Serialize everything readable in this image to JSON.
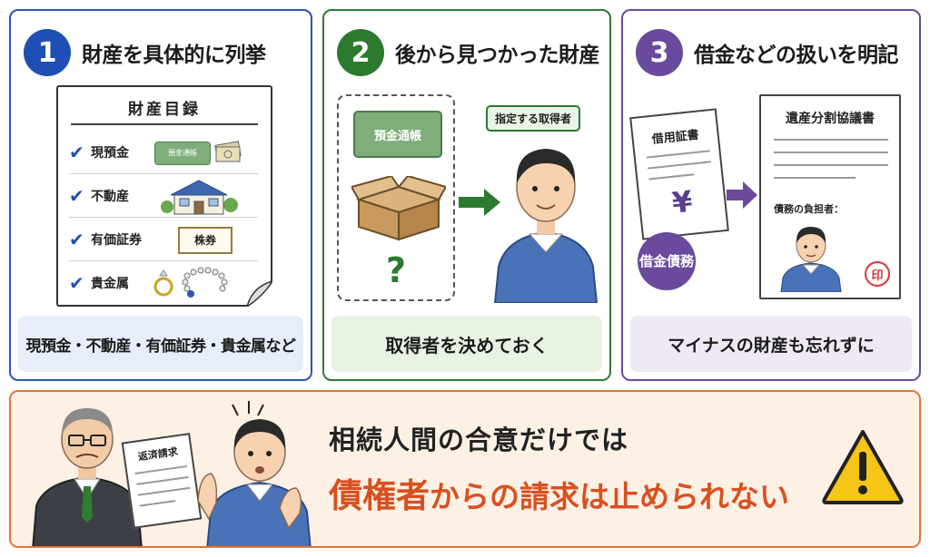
{
  "panels": [
    {
      "number": "1",
      "title": "財産を具体的に列挙",
      "doc_title": "財産目録",
      "items": [
        "現預金",
        "不動産",
        "有価証券",
        "貴金属"
      ],
      "passbook": "預金通帳",
      "stock": "株券",
      "footer": "現預金・不動産・有価証券・貴金属など"
    },
    {
      "number": "2",
      "title": "後から見つかった財産",
      "passbook": "預金通帳",
      "question": "?",
      "badge": "指定する取得者",
      "footer": "取得者を決めておく"
    },
    {
      "number": "3",
      "title": "借金などの扱いを明記",
      "doc_loan": "借用証書",
      "yen": "¥",
      "debt_badge": "借金債務",
      "doc_agreement": "遺産分割協議書",
      "debtor_label": "債務の負担者：",
      "seal": "印",
      "footer": "マイナスの財産も忘れずに"
    }
  ],
  "banner": {
    "claim_doc": "返済請求",
    "line1": "相続人間の合意だけでは",
    "line2_strong": "債権者",
    "line2_rest": "からの請求は止められない"
  },
  "colors": {
    "blue": "#1f4fb4",
    "green": "#2b7a2e",
    "purple": "#6a4a9c",
    "orange": "#e3743a",
    "warning": "#f5c518"
  }
}
